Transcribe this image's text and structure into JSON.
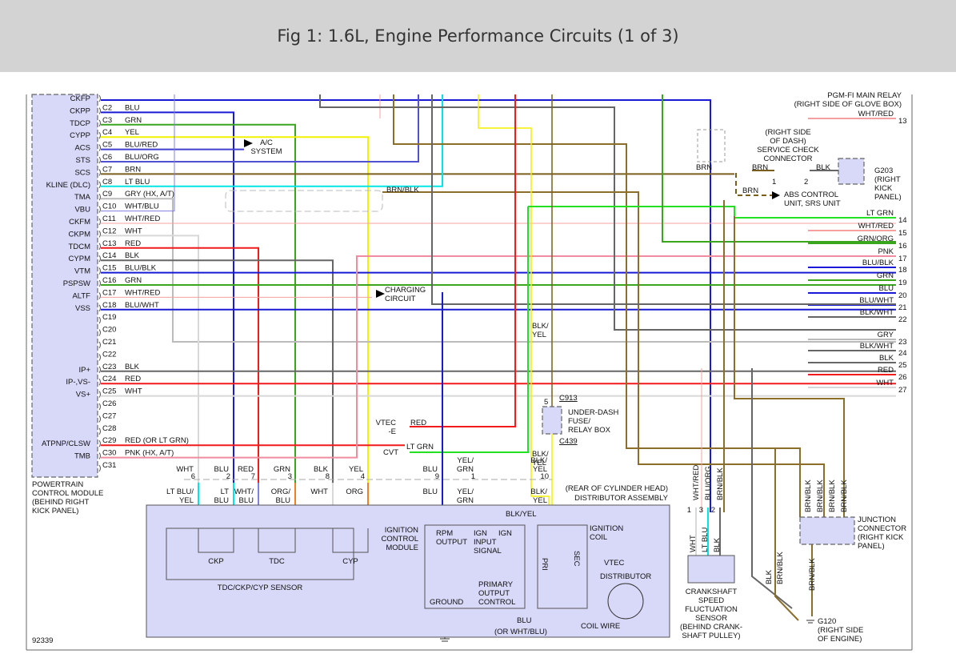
{
  "title": "Fig 1: 1.6L, Engine Performance Circuits (1 of 3)",
  "figure_number": "92339",
  "pcm": {
    "label_lines": [
      "POWERTRAIN",
      "CONTROL MODULE",
      "(BEHIND RIGHT",
      "KICK PANEL)"
    ],
    "pins": [
      {
        "signal": "CKFP",
        "pin": "",
        "wire": ""
      },
      {
        "signal": "CKPP",
        "pin": "C2",
        "wire": "BLU"
      },
      {
        "signal": "TDCP",
        "pin": "C3",
        "wire": "GRN"
      },
      {
        "signal": "CYPP",
        "pin": "C4",
        "wire": "YEL"
      },
      {
        "signal": "ACS",
        "pin": "C5",
        "wire": "BLU/RED"
      },
      {
        "signal": "STS",
        "pin": "C6",
        "wire": "BLU/ORG"
      },
      {
        "signal": "SCS",
        "pin": "C7",
        "wire": "BRN"
      },
      {
        "signal": "KLINE (DLC)",
        "pin": "C8",
        "wire": "LT BLU"
      },
      {
        "signal": "TMA",
        "pin": "C9",
        "wire": "GRY (HX, A/T)"
      },
      {
        "signal": "VBU",
        "pin": "C10",
        "wire": "WHT/BLU"
      },
      {
        "signal": "CKFM",
        "pin": "C11",
        "wire": "WHT/RED"
      },
      {
        "signal": "CKPM",
        "pin": "C12",
        "wire": "WHT"
      },
      {
        "signal": "TDCM",
        "pin": "C13",
        "wire": "RED"
      },
      {
        "signal": "CYPM",
        "pin": "C14",
        "wire": "BLK"
      },
      {
        "signal": "VTM",
        "pin": "C15",
        "wire": "BLU/BLK"
      },
      {
        "signal": "PSPSW",
        "pin": "C16",
        "wire": "GRN"
      },
      {
        "signal": "ALTF",
        "pin": "C17",
        "wire": "WHT/RED"
      },
      {
        "signal": "VSS",
        "pin": "C18",
        "wire": "BLU/WHT"
      },
      {
        "signal": "",
        "pin": "C19",
        "wire": ""
      },
      {
        "signal": "",
        "pin": "C20",
        "wire": ""
      },
      {
        "signal": "",
        "pin": "C21",
        "wire": ""
      },
      {
        "signal": "",
        "pin": "C22",
        "wire": ""
      },
      {
        "signal": "IP+",
        "pin": "C23",
        "wire": "BLK"
      },
      {
        "signal": "IP-,VS-",
        "pin": "C24",
        "wire": "RED"
      },
      {
        "signal": "VS+",
        "pin": "C25",
        "wire": "WHT"
      },
      {
        "signal": "",
        "pin": "C26",
        "wire": ""
      },
      {
        "signal": "",
        "pin": "C27",
        "wire": ""
      },
      {
        "signal": "",
        "pin": "C28",
        "wire": ""
      },
      {
        "signal": "ATPNP/CLSW",
        "pin": "C29",
        "wire": "RED (OR LT GRN)"
      },
      {
        "signal": "TMB",
        "pin": "C30",
        "wire": "PNK (HX, A/T)"
      },
      {
        "signal": "",
        "pin": "C31",
        "wire": ""
      }
    ]
  },
  "references": {
    "ac_system": [
      "A/C",
      "SYSTEM"
    ],
    "charging_circuit": [
      "CHARGING",
      "CIRCUIT"
    ],
    "brn_blk_label": "BRN/BLK"
  },
  "main_relay": {
    "label_lines": [
      "PGM-FI MAIN RELAY",
      "(RIGHT SIDE OF GLOVE BOX)"
    ]
  },
  "right_terminals": [
    {
      "wire": "WHT/RED",
      "num": "13"
    },
    {
      "wire": "LT GRN",
      "num": "14"
    },
    {
      "wire": "WHT/RED",
      "num": "15"
    },
    {
      "wire": "GRN/ORG",
      "num": "16"
    },
    {
      "wire": "PNK",
      "num": "17"
    },
    {
      "wire": "BLU/BLK",
      "num": "18"
    },
    {
      "wire": "GRN",
      "num": "19"
    },
    {
      "wire": "BLU",
      "num": "20"
    },
    {
      "wire": "BLU/WHT",
      "num": "21"
    },
    {
      "wire": "BLK/WHT",
      "num": "22"
    },
    {
      "wire": "GRY",
      "num": "23"
    },
    {
      "wire": "BLK/WHT",
      "num": "24"
    },
    {
      "wire": "BLK",
      "num": "25"
    },
    {
      "wire": "RED",
      "num": "26"
    },
    {
      "wire": "WHT",
      "num": "27"
    }
  ],
  "service_check": {
    "label_lines": [
      "(RIGHT SIDE",
      "OF DASH)",
      "SERVICE CHECK",
      "CONNECTOR"
    ],
    "wire_in": "BRN",
    "wire_brn": "BRN",
    "wire_out": "BLK",
    "pin1": "1",
    "pin2": "2",
    "abs_wire": "BRN",
    "abs_lines": [
      "ABS CONTROL",
      "UNIT, SRS UNIT"
    ],
    "ground_lines": [
      "G203",
      "(RIGHT",
      "KICK",
      "PANEL)"
    ]
  },
  "fuse_box": {
    "pin": "5",
    "connector_top": "C913",
    "connector_bottom": "C439",
    "label_lines": [
      "UNDER-DASH",
      "FUSE/",
      "RELAY BOX"
    ],
    "wire_top": [
      "BLK/",
      "YEL"
    ],
    "wire_bottom": [
      "BLK/",
      "YEL"
    ]
  },
  "vtec": {
    "vtec_e": [
      "VTEC",
      "-E"
    ],
    "cvt": "CVT",
    "red": "RED",
    "lt_grn": "LT GRN"
  },
  "sensor_connector": {
    "pins": [
      {
        "num": "6",
        "upper": [
          "WHT"
        ],
        "lower": [
          "LT BLU/",
          "YEL"
        ]
      },
      {
        "num": "2",
        "upper": [
          "BLU"
        ],
        "lower": [
          "LT",
          "BLU"
        ]
      },
      {
        "num": "7",
        "upper": [
          "RED"
        ],
        "lower": [
          "WHT/",
          "BLU"
        ]
      },
      {
        "num": "3",
        "upper": [
          "GRN"
        ],
        "lower": [
          "ORG/",
          "BLU"
        ]
      },
      {
        "num": "8",
        "upper": [
          "BLK"
        ],
        "lower": [
          "WHT"
        ]
      },
      {
        "num": "4",
        "upper": [
          "YEL"
        ],
        "lower": [
          "ORG"
        ]
      },
      {
        "num": "9",
        "upper": [
          "BLU"
        ],
        "lower": [
          "BLU"
        ]
      },
      {
        "num": "1",
        "upper": [
          "YEL/",
          "GRN"
        ],
        "lower": [
          "YEL/",
          "GRN"
        ]
      },
      {
        "num": "10",
        "upper": [
          "BLK/",
          "YEL"
        ],
        "lower": [
          "BLK/",
          "YEL"
        ]
      }
    ]
  },
  "distributor": {
    "assembly_lines": [
      "(REAR OF CYLINDER HEAD)",
      "DISTRIBUTOR ASSEMBLY"
    ],
    "sensor_names": [
      "CKP",
      "TDC",
      "CYP"
    ],
    "sensor_group": "TDC/CKP/CYP SENSOR",
    "icm_lines": [
      "IGNITION",
      "CONTROL",
      "MODULE"
    ],
    "rpm_output": [
      "RPM",
      "OUTPUT"
    ],
    "ign_input": [
      "IGN",
      "INPUT",
      "SIGNAL"
    ],
    "ign": "IGN",
    "ground": "GROUND",
    "primary_output": [
      "PRIMARY",
      "OUTPUT",
      "CONTROL"
    ],
    "blk_yel": "BLK/YEL",
    "coil_lines": [
      "IGNITION",
      "COIL"
    ],
    "pri": "PRI",
    "sec": "SEC",
    "vtec": "VTEC",
    "distributor": "DISTRIBUTOR",
    "coil_wire": "COIL WIRE",
    "blu": "BLU",
    "blu_alt": "(OR WHT/BLU)"
  },
  "crankshaft_sensor": {
    "pins": [
      {
        "num": "1",
        "upper": "WHT/RED",
        "lower": "WHT"
      },
      {
        "num": "3",
        "upper": "BLU/ORG",
        "lower": "LT BLU"
      },
      {
        "num": "2",
        "upper": "BRN/BLK",
        "lower": "BLK"
      }
    ],
    "label_lines": [
      "CRANKSHAFT",
      "SPEED",
      "FLUCTUATION",
      "SENSOR",
      "(BEHIND CRANK-",
      "SHAFT PULLEY)"
    ]
  },
  "junction": {
    "wires": [
      "BRN/BLK",
      "BRN/BLK",
      "BRN/BLK",
      "BRN/BLK"
    ],
    "out_wire": "BRN/BLK",
    "label_lines": [
      "JUNCTION",
      "CONNECTOR",
      "(RIGHT KICK",
      "PANEL)"
    ],
    "blk": "BLK",
    "brn_blk": "BRN/BLK"
  },
  "ground_g120": {
    "label_lines": [
      "G120",
      "(RIGHT SIDE",
      "OF ENGINE)"
    ]
  },
  "colors": {
    "BLU": "#1a1ad6",
    "GRN": "#3aa61e",
    "YEL": "#f2f200",
    "BRN": "#7a5e1e",
    "LTBLU": "#00e6e6",
    "RED": "#f21a1a",
    "BLK": "#666666",
    "WHT": "#d8d8d8",
    "PNK": "#f08ca0",
    "WHTRED": "#f4a0a0",
    "LTGRN": "#22e022",
    "ORG": "#f08020",
    "GRY": "#bbbbbb",
    "BRNBLK": "#8a6e2a",
    "WHTBLU": "#8080e0",
    "module": "#d8d8f8"
  }
}
